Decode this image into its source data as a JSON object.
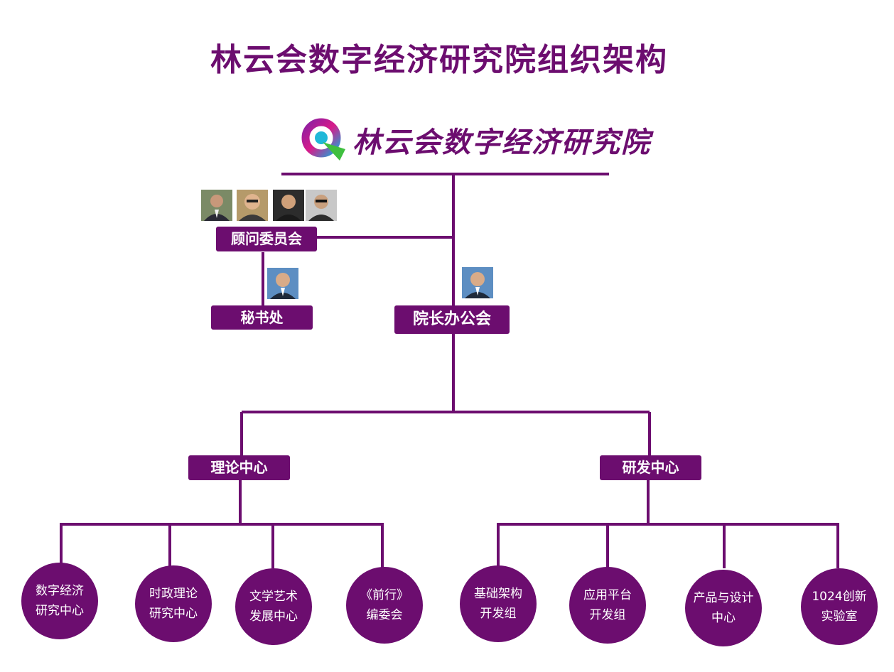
{
  "title": "林云会数字经济研究院组织架构",
  "logo": {
    "text": "林云会数字经济研究院",
    "icon": "q-swirl-logo-icon"
  },
  "advisory": {
    "label": "顾问委员会"
  },
  "secretariat": {
    "label": "秘书处"
  },
  "president_office": {
    "label": "院长办公会"
  },
  "theory_center": {
    "label": "理论中心",
    "units": [
      {
        "line1": "数字经济",
        "line2": "研究中心"
      },
      {
        "line1": "时政理论",
        "line2": "研究中心"
      },
      {
        "line1": "文学艺术",
        "line2": "发展中心"
      },
      {
        "line1": "《前行》",
        "line2": "编委会"
      }
    ]
  },
  "rd_center": {
    "label": "研发中心",
    "units": [
      {
        "line1": "基础架构",
        "line2": "开发组"
      },
      {
        "line1": "应用平台",
        "line2": "开发组"
      },
      {
        "line1": "产品与设计",
        "line2": "中心"
      },
      {
        "line1": "1024创新",
        "line2": "实验室"
      }
    ]
  },
  "colors": {
    "primary": "#6c0d6f",
    "text_on_primary": "#ffffff"
  }
}
